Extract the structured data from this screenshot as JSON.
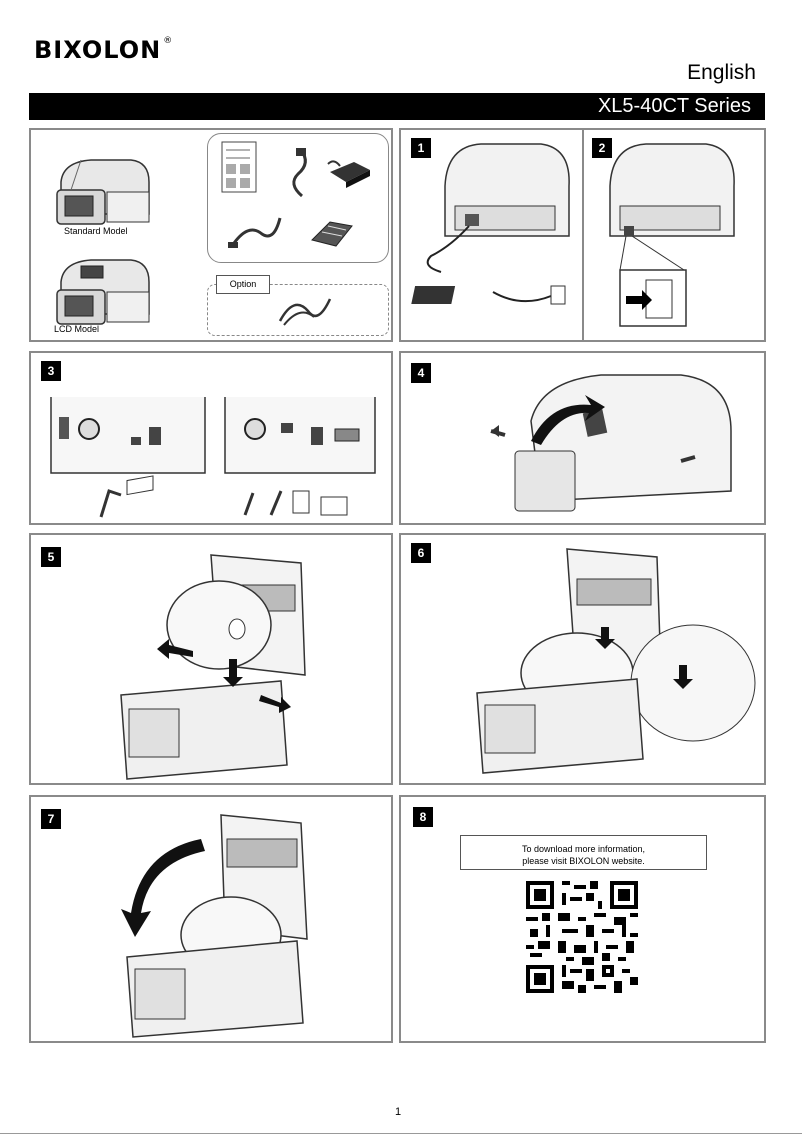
{
  "header": {
    "brand": "BIXOLON",
    "registered": "®",
    "language": "English",
    "series": "XL5-40CT Series"
  },
  "box_contents": {
    "standard_model": "Standard Model",
    "lcd_model": "LCD Model",
    "option_label": "Option"
  },
  "steps": [
    "1",
    "2",
    "3",
    "4",
    "5",
    "6",
    "7",
    "8"
  ],
  "download": {
    "line1": "To download more information,",
    "line2": "please visit BIXOLON website."
  },
  "footer": {
    "page_number": "1"
  }
}
